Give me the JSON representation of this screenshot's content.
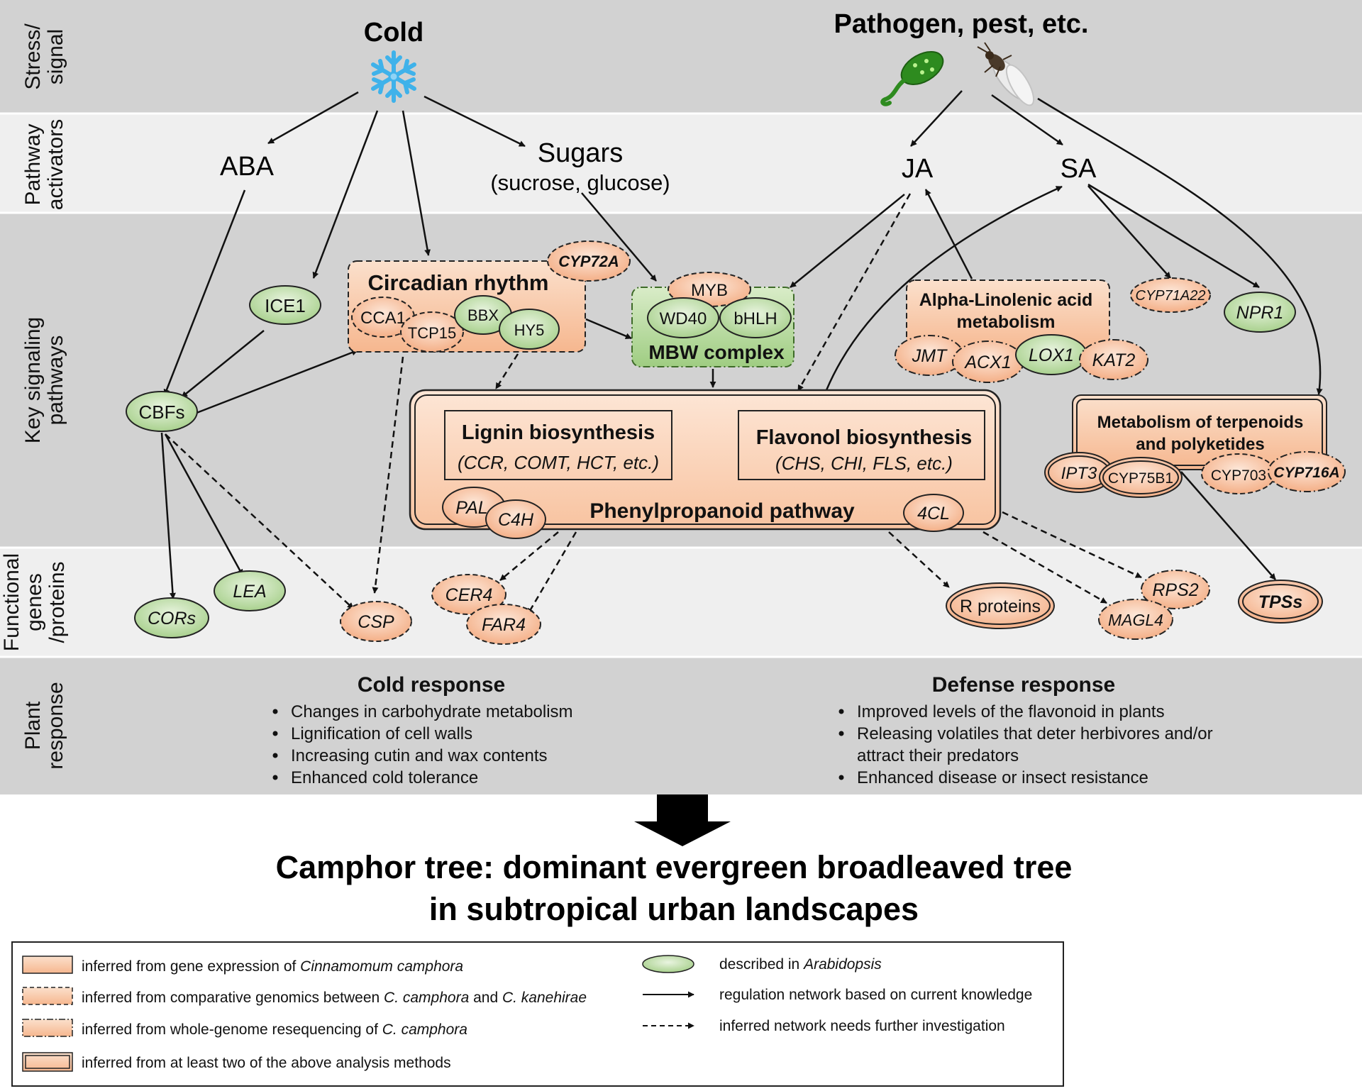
{
  "rows": {
    "stress": "Stress/\nsignal",
    "activators": "Pathway\nactivators",
    "signaling": "Key signaling\npathways",
    "functional": "Functional\ngenes\n/proteins",
    "response": "Plant\nresponse"
  },
  "signals": {
    "cold": "Cold",
    "pathogen": "Pathogen, pest, etc."
  },
  "activators": {
    "aba": "ABA",
    "sugars": "Sugars",
    "sugars_sub": "(sucrose, glucose)",
    "ja": "JA",
    "sa": "SA"
  },
  "genes": {
    "ice1": "ICE1",
    "cbfs": "CBFs",
    "cors": "CORs",
    "lea": "LEA",
    "csp": "CSP",
    "cyp72a": "CYP72A",
    "cca1": "CCA1",
    "tcp15": "TCP15",
    "bbx": "BBX",
    "hy5": "HY5",
    "myb": "MYB",
    "wd40": "WD40",
    "bhlh": "bHLH",
    "jmt": "JMT",
    "acx1": "ACX1",
    "lox1": "LOX1",
    "kat2": "KAT2",
    "cyp71a22": "CYP71A22",
    "npr1": "NPR1",
    "ipt3": "IPT3",
    "cyp75b1": "CYP75B1",
    "cyp703": "CYP703",
    "cyp716a": "CYP716A",
    "pal": "PAL",
    "c4h": "C4H",
    "4cl": "4CL",
    "cer4": "CER4",
    "far4": "FAR4",
    "r_proteins": "R proteins",
    "rps2": "RPS2",
    "magl4": "MAGL4",
    "tpss": "TPSs"
  },
  "boxes": {
    "circadian": "Circadian rhythm",
    "mbw": "MBW complex",
    "alpha_1": "Alpha-Linolenic acid",
    "alpha_2": "metabolism",
    "terp_1": "Metabolism of terpenoids",
    "terp_2": "and polyketides",
    "lignin": "Lignin biosynthesis",
    "lignin_genes": "(CCR, COMT, HCT, etc.)",
    "flavonol": "Flavonol biosynthesis",
    "flavonol_genes": "(CHS, CHI, FLS, etc.)",
    "phenyl": "Phenylpropanoid pathway"
  },
  "responses": {
    "cold_title": "Cold response",
    "cold_items": [
      "Changes in carbohydrate metabolism",
      "Lignification of cell walls",
      "Increasing cutin and wax contents",
      "Enhanced cold tolerance"
    ],
    "defense_title": "Defense response",
    "defense_items": [
      "Improved levels of the flavonoid in plants",
      "Releasing volatiles that deter herbivores and/or",
      "attract their predators",
      "Enhanced disease or insect resistance"
    ]
  },
  "conclusion": {
    "line1": "Camphor tree: dominant evergreen broadleaved tree",
    "line2": "in subtropical urban landscapes"
  },
  "legend": {
    "solid_box": "inferred from gene expression of ",
    "solid_box_species": "Cinnamomum camphora",
    "dashed_box_a": "inferred from comparative genomics between ",
    "dashed_box_sp1": "C. camphora",
    "dashed_box_b": " and ",
    "dashed_box_sp2": "C. kanehirae",
    "dashdot_box": "inferred from whole-genome resequencing of ",
    "dashdot_box_species": "C. camphora",
    "double_box": "inferred from at least two of the above analysis methods",
    "ellipse_a": "described in ",
    "ellipse_species": "Arabidopsis",
    "solid_arrow": "regulation network based on current knowledge",
    "dashed_arrow": "inferred network needs further investigation"
  },
  "colors": {
    "band_dark": "#d2d2d2",
    "band_light": "#efefef",
    "orange": "#f8c6a6",
    "green": "#c6e3b3",
    "green_border": "#5a8a3c"
  }
}
